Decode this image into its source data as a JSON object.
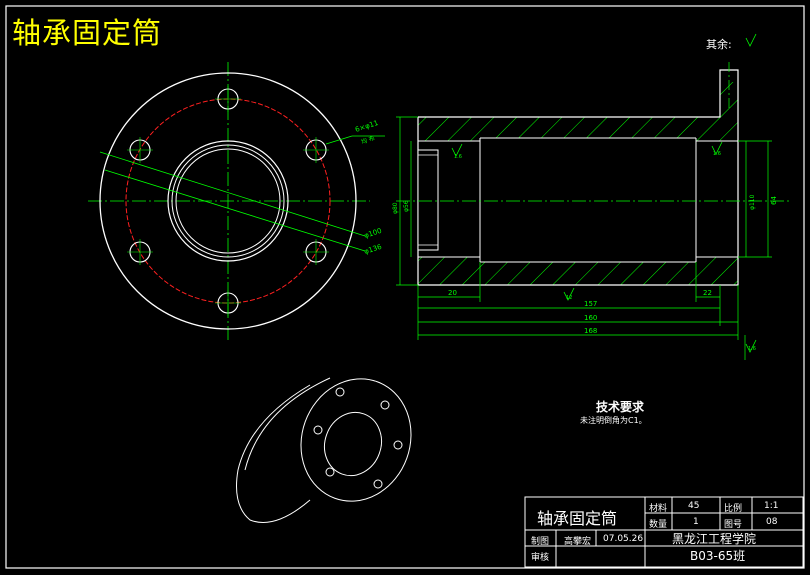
{
  "title": "轴承固定筒",
  "roughness_note": "其余:",
  "technical": {
    "heading": "技术要求",
    "note": "未注明倒角为C1。"
  },
  "dimensions": {
    "len_20": "20",
    "len_22": "22",
    "len_157": "157",
    "len_160": "160",
    "len_168": "168",
    "dia_64": "64",
    "dia_100": "φ100",
    "dia_136": "φ136",
    "dia_left": "φ80",
    "dia_left2": "φ56",
    "dia_right": "φ110",
    "holes": "6×φ11",
    "holes_note": "均 布",
    "rough_16": "1.6",
    "rough_12": "12"
  },
  "title_block": {
    "part_name": "轴承固定筒",
    "material_label": "材料",
    "material": "45",
    "scale_label": "比例",
    "scale": "1:1",
    "qty_label": "数量",
    "qty": "1",
    "drawing_no_label": "图号",
    "drawing_no": "08",
    "drawn_label": "制图",
    "drawn_by": "高攀宏",
    "date": "07.05.26",
    "check_label": "审核",
    "school": "黑龙江工程学院",
    "class": "B03-65班"
  },
  "colors": {
    "background": "#000000",
    "outline": "#ffffff",
    "green": "#00ff00",
    "red": "#ff0000",
    "yellow": "#ffff00"
  }
}
